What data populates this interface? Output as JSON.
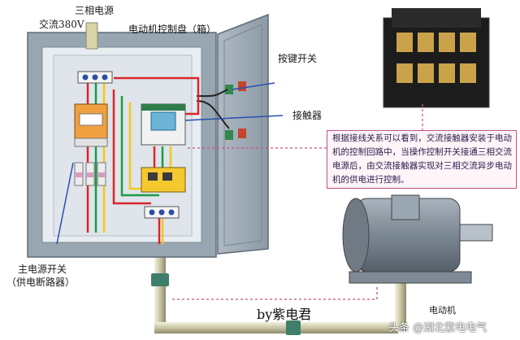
{
  "labels": {
    "three_phase_source": "三相电源",
    "ac_voltage": "交流380V",
    "box_title": "电动机控制盘（箱）",
    "push_button": "按键开关",
    "contactor": "接触器",
    "main_switch_line1": "主电源开关",
    "main_switch_line2": "（供电断路器）",
    "motor": "电动机"
  },
  "note": "根据接线关系可以看到，交流接触器安装于电动机的控制回路中，当操作控制开关接通三相交流电源后，由交流接触器实现对三相交流异步电动机的供电进行控制。",
  "credit": "by紫电君",
  "watermark": "头条 @湖北紫电电气",
  "colors": {
    "cabinet_frame": "#8f9eaa",
    "cabinet_panel": "#e3e9ee",
    "wire_red": "#d8262c",
    "wire_green": "#1b9b47",
    "wire_yellow": "#f2c81a",
    "callout_line": "#c8508a",
    "note_bg": "#fff4f8",
    "motor_body": "#7e8a96"
  }
}
